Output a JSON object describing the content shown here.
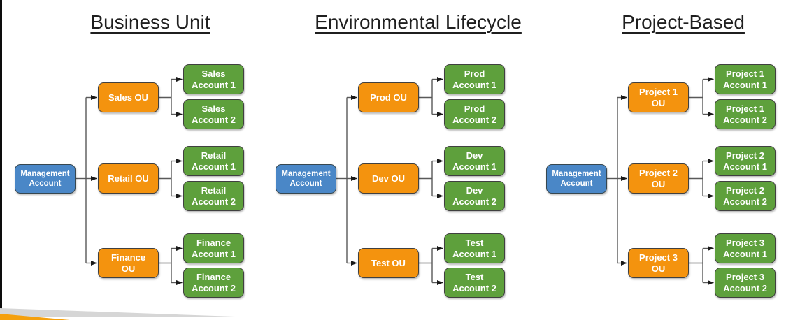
{
  "colors": {
    "management_fill": "#4A87C7",
    "management_border": "#37474F",
    "ou_fill": "#F4930E",
    "account_fill": "#5EA03C",
    "box_border": "#404040",
    "box_text": "#FFFFFF",
    "connector": "#595959",
    "arrowhead": "#1A1A1A",
    "title_text": "#1F1F1F",
    "stripe_gray": "#D6D6D6",
    "stripe_orange": "#F5A00D",
    "left_edge_bar": "#0D0D0D"
  },
  "diagrams": [
    {
      "title": "Business Unit",
      "management": {
        "label": "Management Account",
        "lines": [
          "Management",
          "Account"
        ]
      },
      "groups": [
        {
          "ou": {
            "label": "Sales OU",
            "lines": [
              "Sales OU"
            ]
          },
          "accounts": [
            {
              "label": "Sales Account 1",
              "lines": [
                "Sales",
                "Account 1"
              ]
            },
            {
              "label": "Sales Account 2",
              "lines": [
                "Sales",
                "Account 2"
              ]
            }
          ]
        },
        {
          "ou": {
            "label": "Retail OU",
            "lines": [
              "Retail OU"
            ]
          },
          "accounts": [
            {
              "label": "Retail Account 1",
              "lines": [
                "Retail",
                "Account 1"
              ]
            },
            {
              "label": "Retail Account 2",
              "lines": [
                "Retail",
                "Account 2"
              ]
            }
          ]
        },
        {
          "ou": {
            "label": "Finance OU",
            "lines": [
              "Finance",
              "OU"
            ]
          },
          "accounts": [
            {
              "label": "Finance Account 1",
              "lines": [
                "Finance",
                "Account 1"
              ]
            },
            {
              "label": "Finance Account 2",
              "lines": [
                "Finance",
                "Account 2"
              ]
            }
          ]
        }
      ]
    },
    {
      "title": "Environmental Lifecycle",
      "management": {
        "label": "Management Account",
        "lines": [
          "Management",
          "Account"
        ]
      },
      "groups": [
        {
          "ou": {
            "label": "Prod OU",
            "lines": [
              "Prod OU"
            ]
          },
          "accounts": [
            {
              "label": "Prod Account 1",
              "lines": [
                "Prod",
                "Account 1"
              ]
            },
            {
              "label": "Prod Account 2",
              "lines": [
                "Prod",
                "Account 2"
              ]
            }
          ]
        },
        {
          "ou": {
            "label": "Dev OU",
            "lines": [
              "Dev OU"
            ]
          },
          "accounts": [
            {
              "label": "Dev Account 1",
              "lines": [
                "Dev",
                "Account 1"
              ]
            },
            {
              "label": "Dev Account 2",
              "lines": [
                "Dev",
                "Account 2"
              ]
            }
          ]
        },
        {
          "ou": {
            "label": "Test OU",
            "lines": [
              "Test OU"
            ]
          },
          "accounts": [
            {
              "label": "Test Account 1",
              "lines": [
                "Test",
                "Account 1"
              ]
            },
            {
              "label": "Test Account 2",
              "lines": [
                "Test",
                "Account 2"
              ]
            }
          ]
        }
      ]
    },
    {
      "title": "Project-Based",
      "management": {
        "label": "Management Account",
        "lines": [
          "Management",
          "Account"
        ]
      },
      "groups": [
        {
          "ou": {
            "label": "Project 1 OU",
            "lines": [
              "Project 1",
              "OU"
            ]
          },
          "accounts": [
            {
              "label": "Project 1 Account 1",
              "lines": [
                "Project 1",
                "Account 1"
              ]
            },
            {
              "label": "Project 1 Account 2",
              "lines": [
                "Project 1",
                "Account 2"
              ]
            }
          ]
        },
        {
          "ou": {
            "label": "Project 2 OU",
            "lines": [
              "Project 2",
              "OU"
            ]
          },
          "accounts": [
            {
              "label": "Project 2 Account 1",
              "lines": [
                "Project 2",
                "Account 1"
              ]
            },
            {
              "label": "Project 2 Account 2",
              "lines": [
                "Project 2",
                "Account 2"
              ]
            }
          ]
        },
        {
          "ou": {
            "label": "Project 3 OU",
            "lines": [
              "Project 3",
              "OU"
            ]
          },
          "accounts": [
            {
              "label": "Project 3 Account 1",
              "lines": [
                "Project 3",
                "Account 1"
              ]
            },
            {
              "label": "Project 3 Account 2",
              "lines": [
                "Project 3",
                "Account 2"
              ]
            }
          ]
        }
      ]
    }
  ]
}
